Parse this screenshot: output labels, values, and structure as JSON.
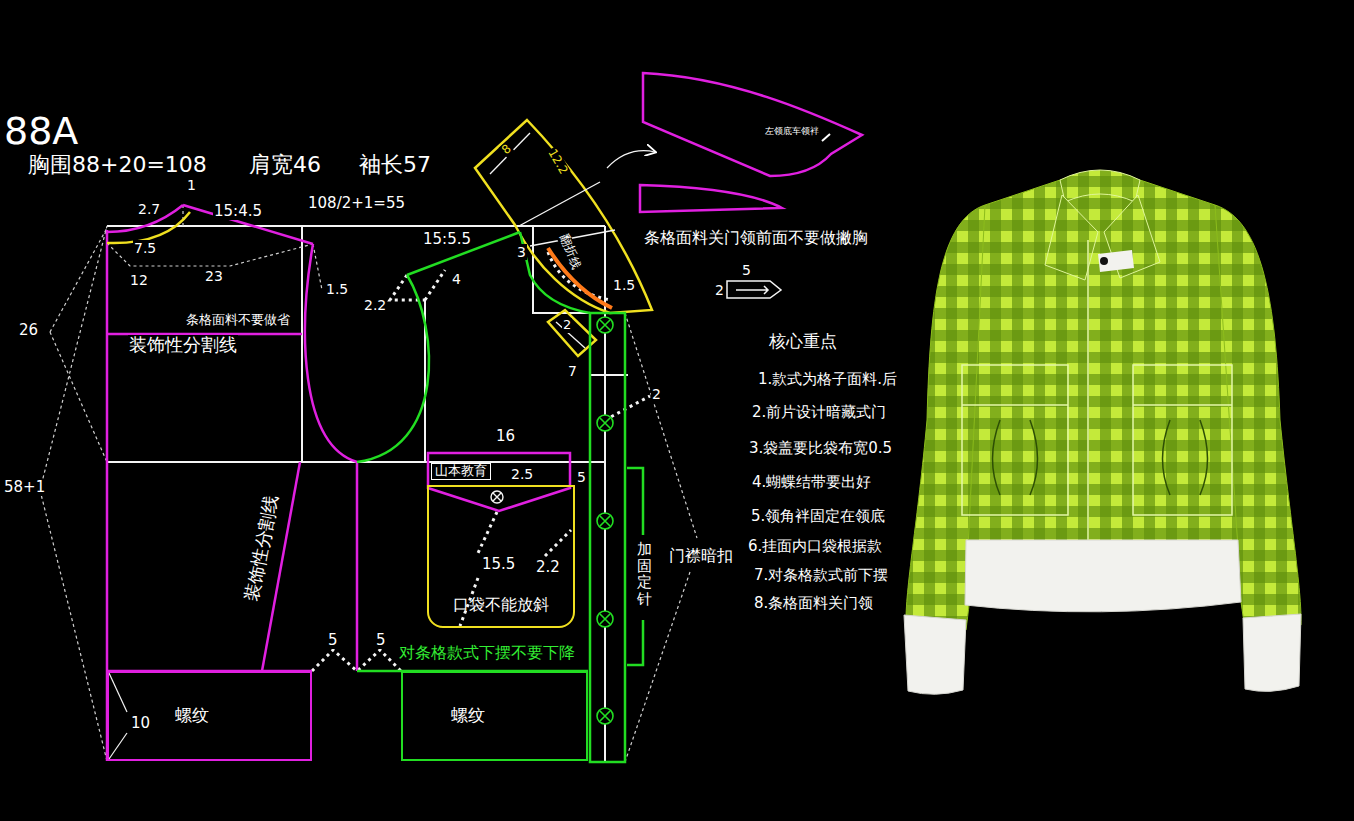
{
  "diagram": {
    "nodes": [
      {
        "text": [
          "左领底车领袢"
        ]
      },
      {
        "text": [
          "山本教育"
        ]
      },
      {
        "text": [
          "口袋不能放斜"
        ]
      },
      {
        "text": [
          "螺纹"
        ]
      },
      {
        "text": [
          "螺纹"
        ]
      }
    ],
    "labels": [
      "88A",
      "胸围88+20=108",
      "肩宽46",
      "袖长57",
      "2.7",
      "1",
      "15:4.5",
      "108/2+1=55",
      "7.5",
      "12",
      "23",
      "1.5",
      "26",
      "条格面料不要做省",
      "装饰性分割线",
      "58+1",
      "装饰性分割线",
      "15:5.5",
      "2.2",
      "4",
      "8",
      "12.2",
      "3",
      "翻折线",
      "1.5",
      "2",
      "7",
      "条格面料关门领前面不要做撇胸",
      "5",
      "2",
      "核心重点",
      "1.款式为格子面料.后",
      "2.前片设计暗藏式门",
      "3.袋盖要比袋布宽0.5",
      "4.蝴蝶结带要出好",
      "5.领角袢固定在领底",
      "6.挂面内口袋根据款",
      "7.对条格款式前下摆",
      "8.条格面料关门领",
      "16",
      "2.5",
      "5",
      "15.5",
      "2.2",
      "2",
      "加固定针",
      "门襟暗扣",
      "5",
      "5",
      "对条格款式下摆不要下降",
      "10"
    ]
  }
}
